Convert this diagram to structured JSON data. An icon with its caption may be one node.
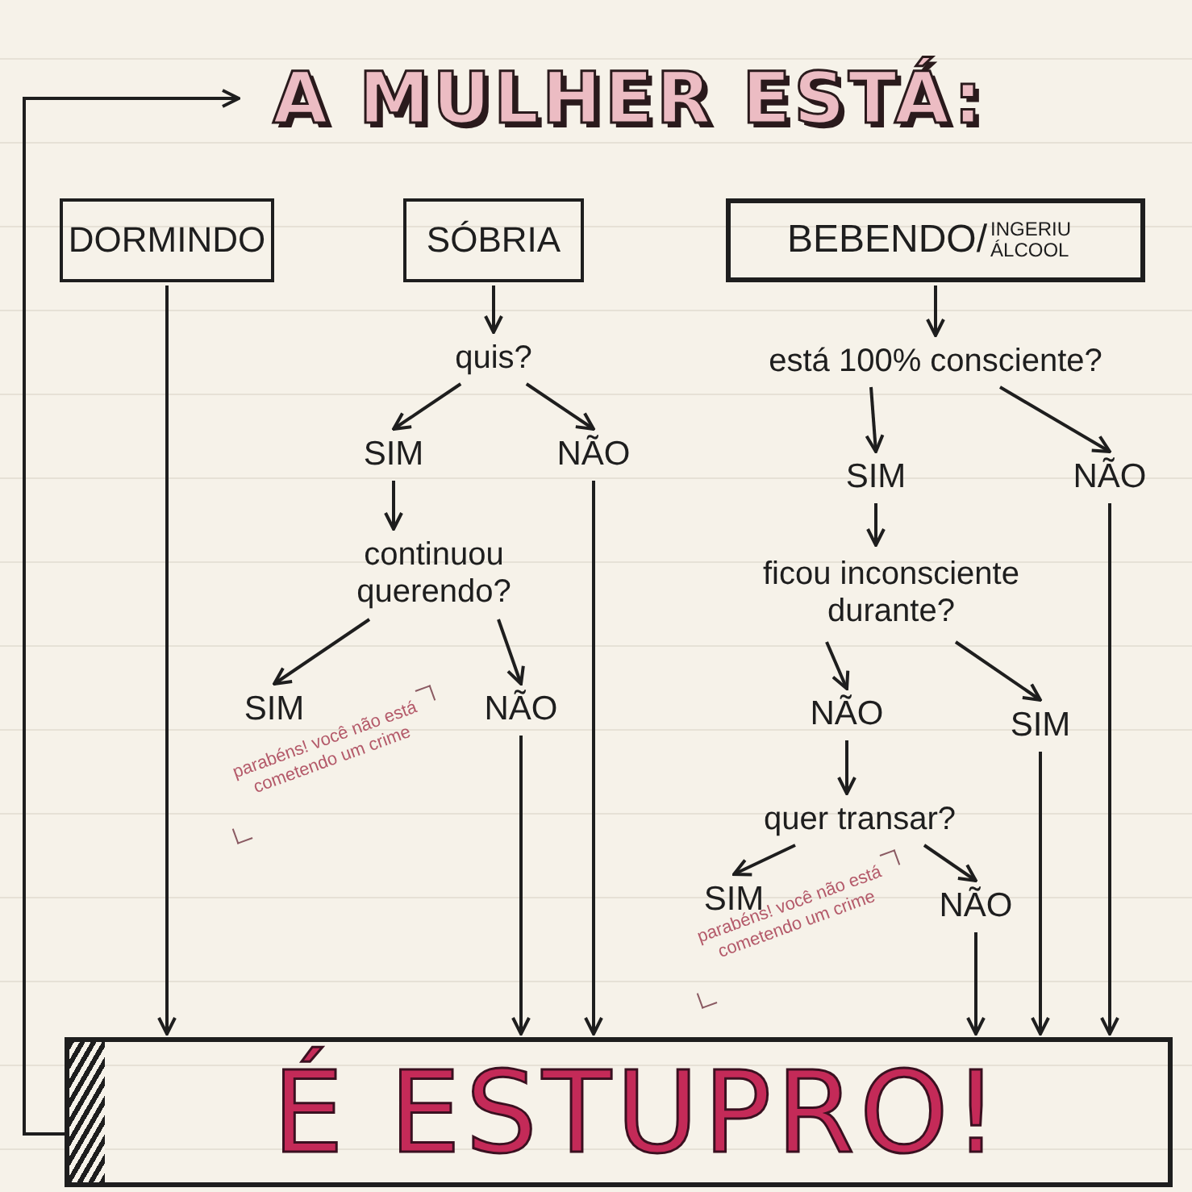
{
  "diagram": {
    "nodes": [
      {
        "text": [
          "A MULHER ESTÁ:"
        ]
      },
      {
        "text": [
          "DORMINDO"
        ]
      },
      {
        "text": [
          "SÓBRIA"
        ]
      },
      {
        "text": [
          "BEBENDO/",
          "INGERIU ÁLCOOL"
        ]
      },
      {
        "text": [
          "quis?"
        ]
      },
      {
        "text": [
          "SIM"
        ]
      },
      {
        "text": [
          "NÃO"
        ]
      },
      {
        "text": [
          "continuou querendo?"
        ]
      },
      {
        "text": [
          "SIM"
        ],
        "beside": [
          "parabéns! você não está cometendo um crime"
        ]
      },
      {
        "text": [
          "NÃO"
        ]
      },
      {
        "text": [
          "está 100% consciente?"
        ]
      },
      {
        "text": [
          "SIM"
        ]
      },
      {
        "text": [
          "NÃO"
        ]
      },
      {
        "text": [
          "ficou inconsciente durante?"
        ]
      },
      {
        "text": [
          "NÃO"
        ]
      },
      {
        "text": [
          "SIM"
        ]
      },
      {
        "text": [
          "quer transar?"
        ]
      },
      {
        "text": [
          "SIM"
        ],
        "beside": [
          "parabéns! você não está cometendo um crime"
        ]
      },
      {
        "text": [
          "NÃO"
        ]
      },
      {
        "text": [
          "É ESTUPRO!"
        ]
      }
    ],
    "edges": [
      {
        "from": 1,
        "to": 19,
        "arrow": "to"
      },
      {
        "from": 2,
        "to": 4,
        "arrow": "to"
      },
      {
        "from": 4,
        "to": 5,
        "arrow": "to"
      },
      {
        "from": 4,
        "to": 6,
        "arrow": "to"
      },
      {
        "from": 5,
        "to": 7,
        "arrow": "to"
      },
      {
        "from": 7,
        "to": 8,
        "arrow": "to"
      },
      {
        "from": 7,
        "to": 9,
        "arrow": "to"
      },
      {
        "from": 9,
        "to": 19,
        "arrow": "to"
      },
      {
        "from": 6,
        "to": 19,
        "arrow": "to"
      },
      {
        "from": 3,
        "to": 10,
        "arrow": "to"
      },
      {
        "from": 10,
        "to": 11,
        "arrow": "to"
      },
      {
        "from": 10,
        "to": 12,
        "arrow": "to"
      },
      {
        "from": 11,
        "to": 13,
        "arrow": "to"
      },
      {
        "from": 13,
        "to": 14,
        "arrow": "to"
      },
      {
        "from": 13,
        "to": 15,
        "arrow": "to"
      },
      {
        "from": 14,
        "to": 16,
        "arrow": "to"
      },
      {
        "from": 16,
        "to": 17,
        "arrow": "to"
      },
      {
        "from": 16,
        "to": 18,
        "arrow": "to"
      },
      {
        "from": 18,
        "to": 19,
        "arrow": "to"
      },
      {
        "from": 15,
        "to": 19,
        "arrow": "to"
      },
      {
        "from": 12,
        "to": 19,
        "arrow": "to"
      },
      {
        "from": 19,
        "to": 0,
        "arrow": "to"
      }
    ]
  }
}
